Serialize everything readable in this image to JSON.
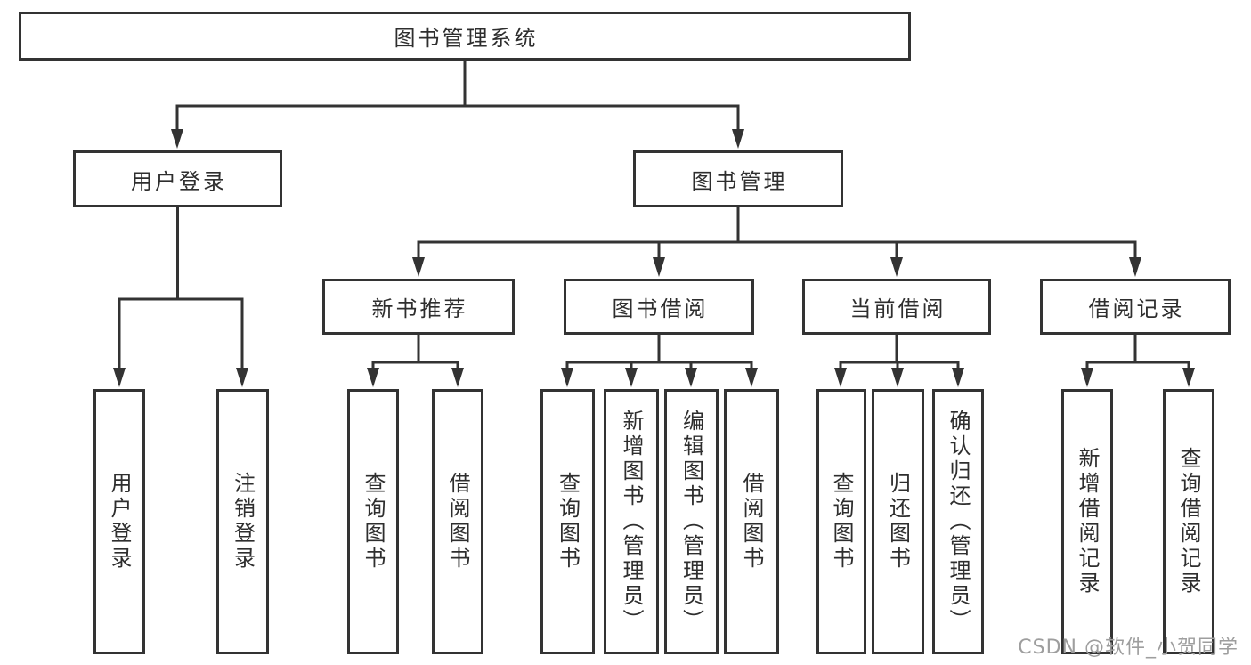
{
  "diagram_title": "图书管理系统",
  "tree": {
    "root": {
      "label": "图书管理系统",
      "children": [
        {
          "label": "用户登录",
          "children": [
            {
              "label": "用户登录"
            },
            {
              "label": "注销登录"
            }
          ]
        },
        {
          "label": "图书管理",
          "children": [
            {
              "label": "新书推荐",
              "children": [
                {
                  "label": "查询图书"
                },
                {
                  "label": "借阅图书"
                }
              ]
            },
            {
              "label": "图书借阅",
              "children": [
                {
                  "label": "查询图书"
                },
                {
                  "label": "新增图书（管理员）"
                },
                {
                  "label": "编辑图书（管理员）"
                },
                {
                  "label": "借阅图书"
                }
              ]
            },
            {
              "label": "当前借阅",
              "children": [
                {
                  "label": "查询图书"
                },
                {
                  "label": "归还图书"
                },
                {
                  "label": "确认归还（管理员）"
                }
              ]
            },
            {
              "label": "借阅记录",
              "children": [
                {
                  "label": "新增借阅记录"
                },
                {
                  "label": "查询借阅记录"
                }
              ]
            }
          ]
        }
      ]
    }
  },
  "watermark": {
    "text": "CSDN @软件_小贺同学"
  },
  "colors": {
    "line": "#333333",
    "box_border": "#333333",
    "text": "#2e2e2e",
    "watermark": "#9e9e9e",
    "background": "#ffffff"
  }
}
